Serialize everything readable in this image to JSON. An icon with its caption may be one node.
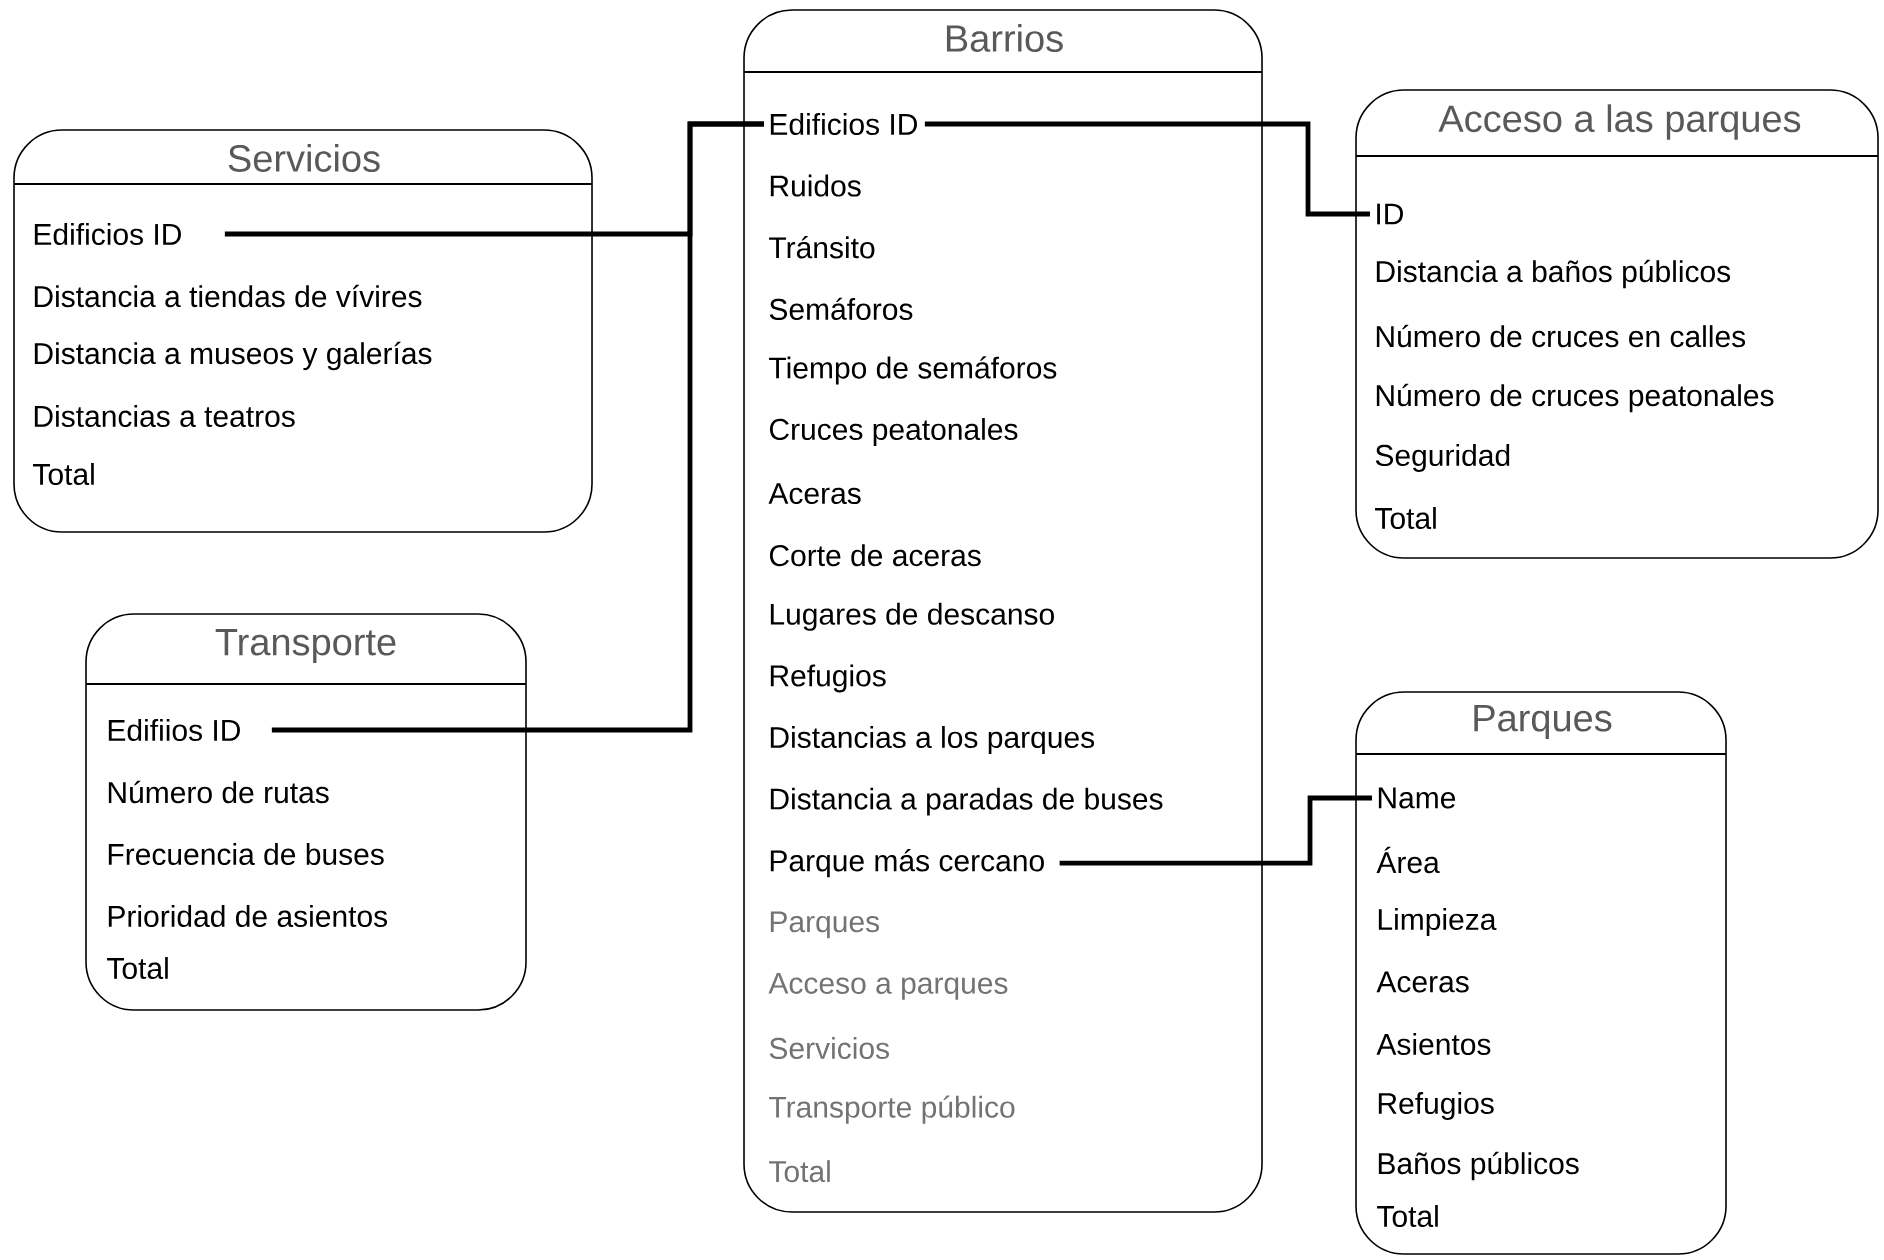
{
  "diagram": {
    "nodes": [
      {
        "text": [
          "Barrios"
        ]
      },
      {
        "text": [
          "Edificios ID"
        ],
        "in": 0
      },
      {
        "text": [
          "Ruidos"
        ],
        "in": 0
      },
      {
        "text": [
          "Tránsito"
        ],
        "in": 0
      },
      {
        "text": [
          "Semáforos"
        ],
        "in": 0
      },
      {
        "text": [
          "Tiempo de semáforos"
        ],
        "in": 0
      },
      {
        "text": [
          "Cruces peatonales"
        ],
        "in": 0
      },
      {
        "text": [
          "Aceras"
        ],
        "in": 0
      },
      {
        "text": [
          "Corte de aceras"
        ],
        "in": 0
      },
      {
        "text": [
          "Lugares de descanso"
        ],
        "in": 0
      },
      {
        "text": [
          "Refugios"
        ],
        "in": 0
      },
      {
        "text": [
          "Distancias a los parques"
        ],
        "in": 0
      },
      {
        "text": [
          "Distancia a paradas de buses"
        ],
        "in": 0
      },
      {
        "text": [
          "Parque más cercano"
        ],
        "in": 0
      },
      {
        "text": [
          "Parques"
        ],
        "in": 0
      },
      {
        "text": [
          "Acceso a parques"
        ],
        "in": 0
      },
      {
        "text": [
          "Servicios"
        ],
        "in": 0
      },
      {
        "text": [
          "Transporte público"
        ],
        "in": 0
      },
      {
        "text": [
          "Total"
        ],
        "in": 0
      },
      {
        "text": [
          "Servicios"
        ]
      },
      {
        "text": [
          "Edificios ID"
        ],
        "in": 19
      },
      {
        "text": [
          "Distancia a tiendas de vívires"
        ],
        "in": 19
      },
      {
        "text": [
          "Distancia a museos y galerías"
        ],
        "in": 19
      },
      {
        "text": [
          "Distancias a teatros"
        ],
        "in": 19
      },
      {
        "text": [
          "Total"
        ],
        "in": 19
      },
      {
        "text": [
          "Acceso a las parques"
        ]
      },
      {
        "text": [
          "ID"
        ],
        "in": 25
      },
      {
        "text": [
          "Distancia a baños públicos"
        ],
        "in": 25
      },
      {
        "text": [
          "Número de cruces en calles"
        ],
        "in": 25
      },
      {
        "text": [
          "Número de cruces peatonales"
        ],
        "in": 25
      },
      {
        "text": [
          "Seguridad"
        ],
        "in": 25
      },
      {
        "text": [
          "Total"
        ],
        "in": 25
      },
      {
        "text": [
          "Transporte"
        ]
      },
      {
        "text": [
          "Edifiios ID"
        ],
        "in": 32
      },
      {
        "text": [
          "Número de rutas"
        ],
        "in": 32
      },
      {
        "text": [
          "Frecuencia de buses"
        ],
        "in": 32
      },
      {
        "text": [
          "Prioridad de asientos"
        ],
        "in": 32
      },
      {
        "text": [
          "Total"
        ],
        "in": 32
      },
      {
        "text": [
          "Parques"
        ]
      },
      {
        "text": [
          "Name"
        ],
        "in": 38
      },
      {
        "text": [
          "Área"
        ],
        "in": 38
      },
      {
        "text": [
          "Limpieza"
        ],
        "in": 38
      },
      {
        "text": [
          "Aceras"
        ],
        "in": 38
      },
      {
        "text": [
          "Asientos"
        ],
        "in": 38
      },
      {
        "text": [
          "Refugios"
        ],
        "in": 38
      },
      {
        "text": [
          "Baños públicos"
        ],
        "in": 38
      },
      {
        "text": [
          "Total"
        ],
        "in": 38
      }
    ],
    "edges": [
      {
        "from": 20,
        "to": 1,
        "arrow": "none"
      },
      {
        "from": 33,
        "to": 1,
        "arrow": "none"
      },
      {
        "from": 1,
        "to": 26,
        "arrow": "none"
      },
      {
        "from": 13,
        "to": 39,
        "arrow": "none"
      }
    ]
  }
}
